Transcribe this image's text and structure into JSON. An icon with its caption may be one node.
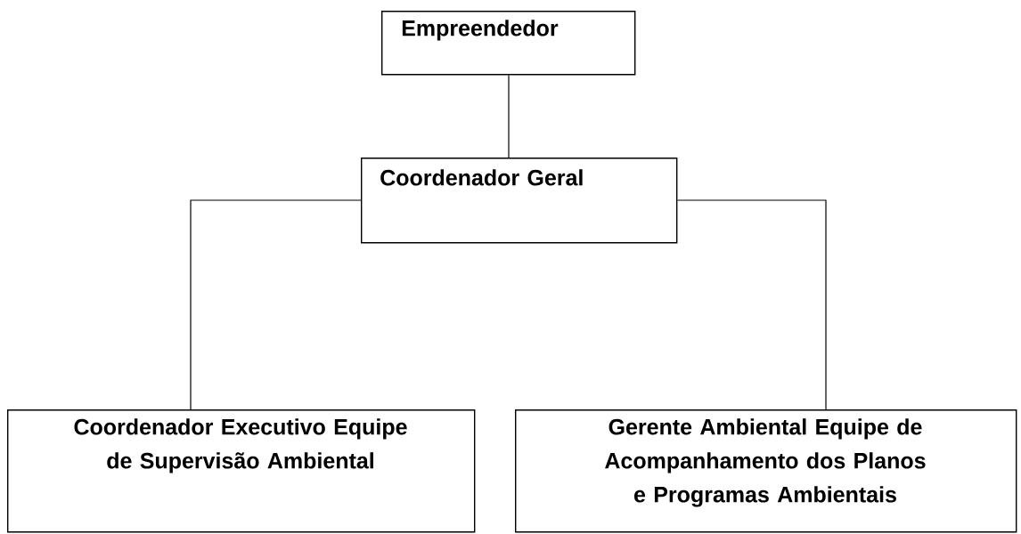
{
  "diagram": {
    "nodes": [
      {
        "text": [
          "Empreendedor"
        ]
      },
      {
        "text": [
          "Coordenador Geral"
        ]
      },
      {
        "text": [
          "Coordenador Executivo Equipe de Supervisão Ambiental"
        ]
      },
      {
        "text": [
          "Gerente Ambiental Equipe de Acompanhamento dos Planos e Programas Ambientais"
        ]
      }
    ],
    "edges": [
      {
        "from": 0,
        "to": 1,
        "arrow": "none"
      },
      {
        "from": 1,
        "to": 2,
        "arrow": "none"
      },
      {
        "from": 1,
        "to": 3,
        "arrow": "none"
      }
    ]
  }
}
